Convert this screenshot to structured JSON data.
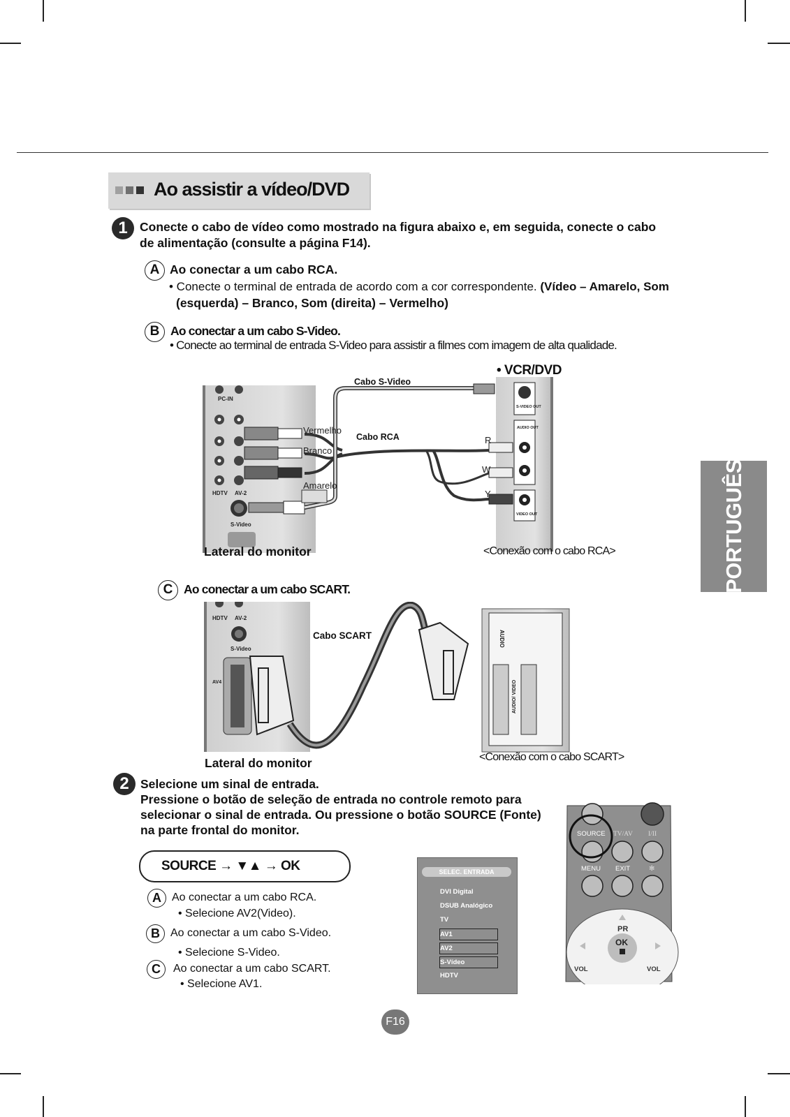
{
  "section": {
    "title": "Ao assistir a vídeo/DVD"
  },
  "step1": {
    "number": "1",
    "text_line1": "Conecte o cabo de vídeo como mostrado na figura abaixo e, em seguida, conecte o cabo",
    "text_line2": "de alimentação (consulte a página F14).",
    "a": {
      "letter": "A",
      "title": "Ao conectar a um cabo RCA.",
      "bullet_normal": "• Conecte o terminal de entrada de acordo com a cor correspondente.",
      "bullet_bold1": "(Vídeo – Amarelo, Som",
      "bullet_bold2": "(esquerda) – Branco, Som (direita) – Vermelho)"
    },
    "b": {
      "letter": "B",
      "title": "Ao conectar a um cabo S-Video.",
      "bullet": "• Conecte ao terminal de entrada S-Video para assistir a filmes com imagem de alta qualidade."
    },
    "c": {
      "letter": "C",
      "title": "Ao conectar a um cabo SCART."
    }
  },
  "diagram_rca": {
    "device_label": "•  VCR/DVD",
    "cable_svideo": "Cabo S-Video",
    "cable_rca": "Cabo RCA",
    "wire_red": "Vermelho",
    "wire_white": "Branco",
    "wire_yellow": "Amarelo",
    "r": "R",
    "w": "W",
    "y": "Y",
    "monitor_side": "Lateral do monitor",
    "caption": "<Conexão com o cabo RCA>",
    "port_pcin": "PC-IN",
    "port_hdtv": "HDTV",
    "port_av2": "AV-2",
    "port_svideo": "S-Video",
    "port_svideo_out": "S-VIDEO OUT",
    "port_audio_out": "AUDIO OUT",
    "port_video_out": "VIDEO OUT"
  },
  "diagram_scart": {
    "cable_scart": "Cabo SCART",
    "monitor_side": "Lateral do monitor",
    "caption": "<Conexão com o cabo SCART>",
    "port_hdtv": "HDTV",
    "port_av2": "AV-2",
    "port_svideo": "S-Video",
    "port_av4": "AV4",
    "port_audio": "AUDIO",
    "port_audio_video": "AUDIO/ VIDEO"
  },
  "step2": {
    "number": "2",
    "line1": "Selecione um sinal de entrada.",
    "line2": "Pressione o botão de seleção de entrada no controle remoto para",
    "line3": "selecionar o sinal de entrada. Ou pressione o botão SOURCE (Fonte)",
    "line4": "na parte frontal do monitor.",
    "sequence": "SOURCE  →  ▼▲  →  OK",
    "a": {
      "letter": "A",
      "text": "Ao conectar a um cabo RCA.",
      "bullet": "• Selecione AV2(Video)."
    },
    "b": {
      "letter": "B",
      "text": "Ao conectar a um cabo S-Video.",
      "bullet": "• Selecione S-Video."
    },
    "c": {
      "letter": "C",
      "text": "Ao conectar a um cabo SCART.",
      "bullet": "• Selecione AV1."
    }
  },
  "menu": {
    "header": "SELEC. ENTRADA",
    "items": [
      "DVI Digital",
      "DSUB Analógico",
      "TV",
      "AV1",
      "AV2",
      "S-Vídeo",
      "HDTV"
    ]
  },
  "remote": {
    "source": "SOURCE",
    "tvav": "TV/AV",
    "power_sym": "I/II",
    "menu": "MENU",
    "exit": "EXIT",
    "star": "✻",
    "pr": "PR",
    "ok": "OK",
    "vol_left": "VOL",
    "vol_right": "VOL"
  },
  "side_tab": "PORTUGUÊS",
  "page_number": "F16"
}
